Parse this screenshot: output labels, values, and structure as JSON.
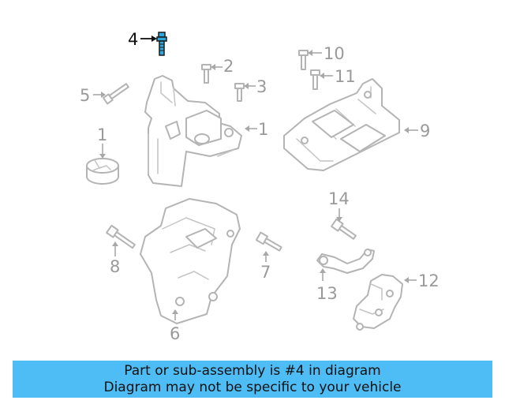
{
  "callouts": [
    {
      "id": "4",
      "label": "4",
      "highlighted": true
    },
    {
      "id": "2",
      "label": "2"
    },
    {
      "id": "3",
      "label": "3"
    },
    {
      "id": "5",
      "label": "5"
    },
    {
      "id": "1a",
      "label": "1"
    },
    {
      "id": "1b",
      "label": "1"
    },
    {
      "id": "10",
      "label": "10"
    },
    {
      "id": "11",
      "label": "11"
    },
    {
      "id": "9",
      "label": "9"
    },
    {
      "id": "14",
      "label": "14"
    },
    {
      "id": "8",
      "label": "8"
    },
    {
      "id": "7",
      "label": "7"
    },
    {
      "id": "6",
      "label": "6"
    },
    {
      "id": "13",
      "label": "13"
    },
    {
      "id": "12",
      "label": "12"
    }
  ],
  "colors": {
    "highlight_part": "#2fa8e0",
    "banner_bg": "#4ebcf5",
    "line_art": "#b4b4b4"
  },
  "banner": {
    "line1": "Part or sub-assembly is #4 in diagram",
    "line2": "Diagram may not be specific to your vehicle"
  }
}
